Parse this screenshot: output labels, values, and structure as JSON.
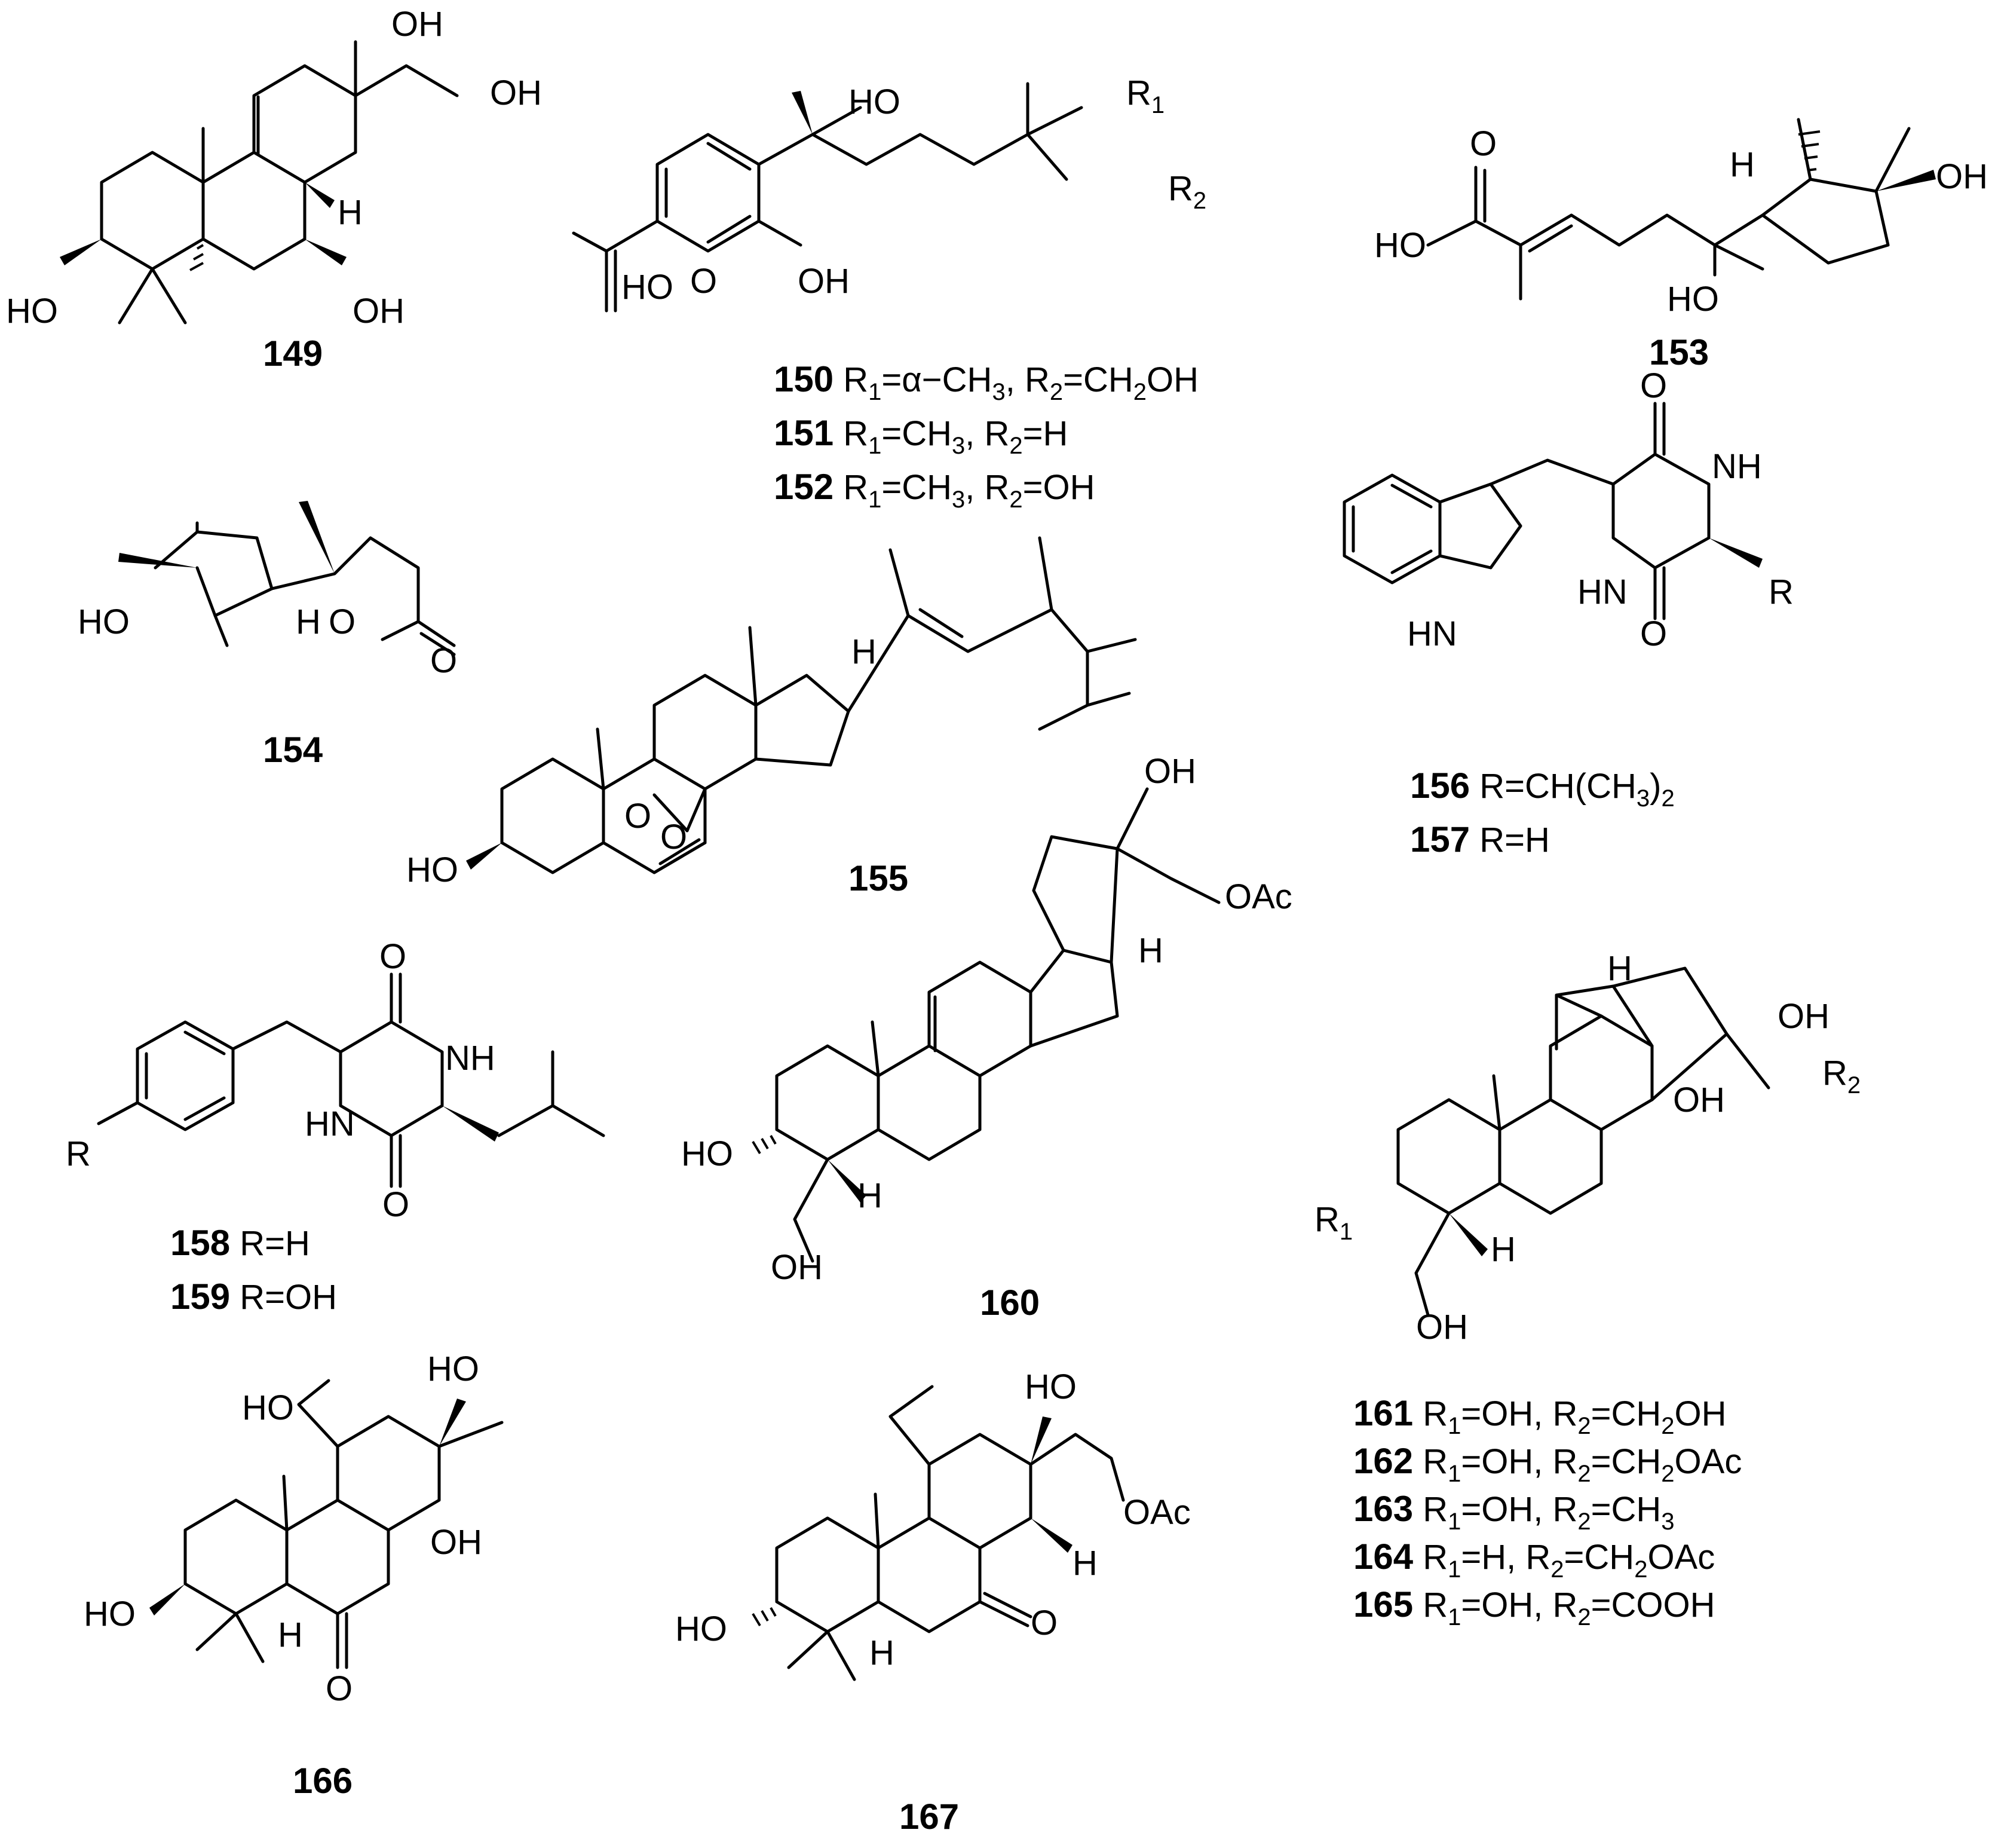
{
  "compounds": {
    "c149": {
      "id": "149"
    },
    "c150": {
      "id": "150",
      "r1": "α−CH",
      "r2": "CH",
      "r2_tail": "OH"
    },
    "c151": {
      "id": "151",
      "r1": "CH",
      "r2": "H"
    },
    "c152": {
      "id": "152",
      "r1": "CH",
      "r2": "OH"
    },
    "c153": {
      "id": "153"
    },
    "c154": {
      "id": "154"
    },
    "c155": {
      "id": "155"
    },
    "c156": {
      "id": "156",
      "r": "CH(CH",
      "r_tail": ")"
    },
    "c157": {
      "id": "157",
      "r": "H"
    },
    "c158": {
      "id": "158",
      "r": "H"
    },
    "c159": {
      "id": "159",
      "r": "OH"
    },
    "c160": {
      "id": "160"
    },
    "c161": {
      "id": "161",
      "r1": "OH",
      "r2": "CH",
      "r2_tail": "OH"
    },
    "c162": {
      "id": "162",
      "r1": "OH",
      "r2": "CH",
      "r2_tail": "OAc"
    },
    "c163": {
      "id": "163",
      "r1": "OH",
      "r2": "CH"
    },
    "c164": {
      "id": "164",
      "r1": "H",
      "r2": "CH",
      "r2_tail": "OAc"
    },
    "c165": {
      "id": "165",
      "r1": "OH",
      "r2": "COOH"
    },
    "c166": {
      "id": "166"
    },
    "c167": {
      "id": "167"
    }
  },
  "atoms": {
    "oh": "OH",
    "ho": "HO",
    "o": "O",
    "h": "H",
    "nh": "NH",
    "hn": "HN",
    "r": "R",
    "r1": "R",
    "r2": "R",
    "oac": "OAc",
    "oo": "O",
    "one": "1",
    "two": "2",
    "three": "3"
  },
  "legend": {
    "r1_eq": "R",
    "r2_eq": "R",
    "r_eq": "R",
    "eq": "=",
    "comma": ",",
    "sub1": "1",
    "sub2": "2",
    "sub3": "3"
  }
}
